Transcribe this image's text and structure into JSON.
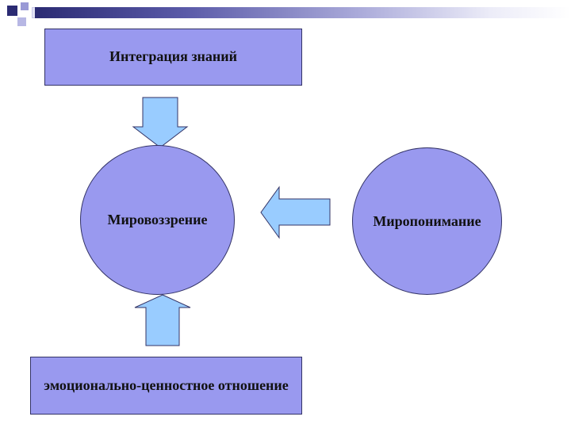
{
  "diagram": {
    "top_box": {
      "label": "Интеграция знаний"
    },
    "center_circle": {
      "label": "Мировоззрение"
    },
    "right_circle": {
      "label": "Миропонимание"
    },
    "bottom_box": {
      "label": "эмоционально-ценностное отношение"
    }
  },
  "colors": {
    "shape_fill": "#9999ef",
    "shape_border": "#333366",
    "arrow_fill": "#99ccff",
    "arrow_border": "#333366"
  },
  "icons": {
    "arrow_down": "arrow-down-icon",
    "arrow_left": "arrow-left-icon",
    "arrow_up": "arrow-up-icon"
  }
}
